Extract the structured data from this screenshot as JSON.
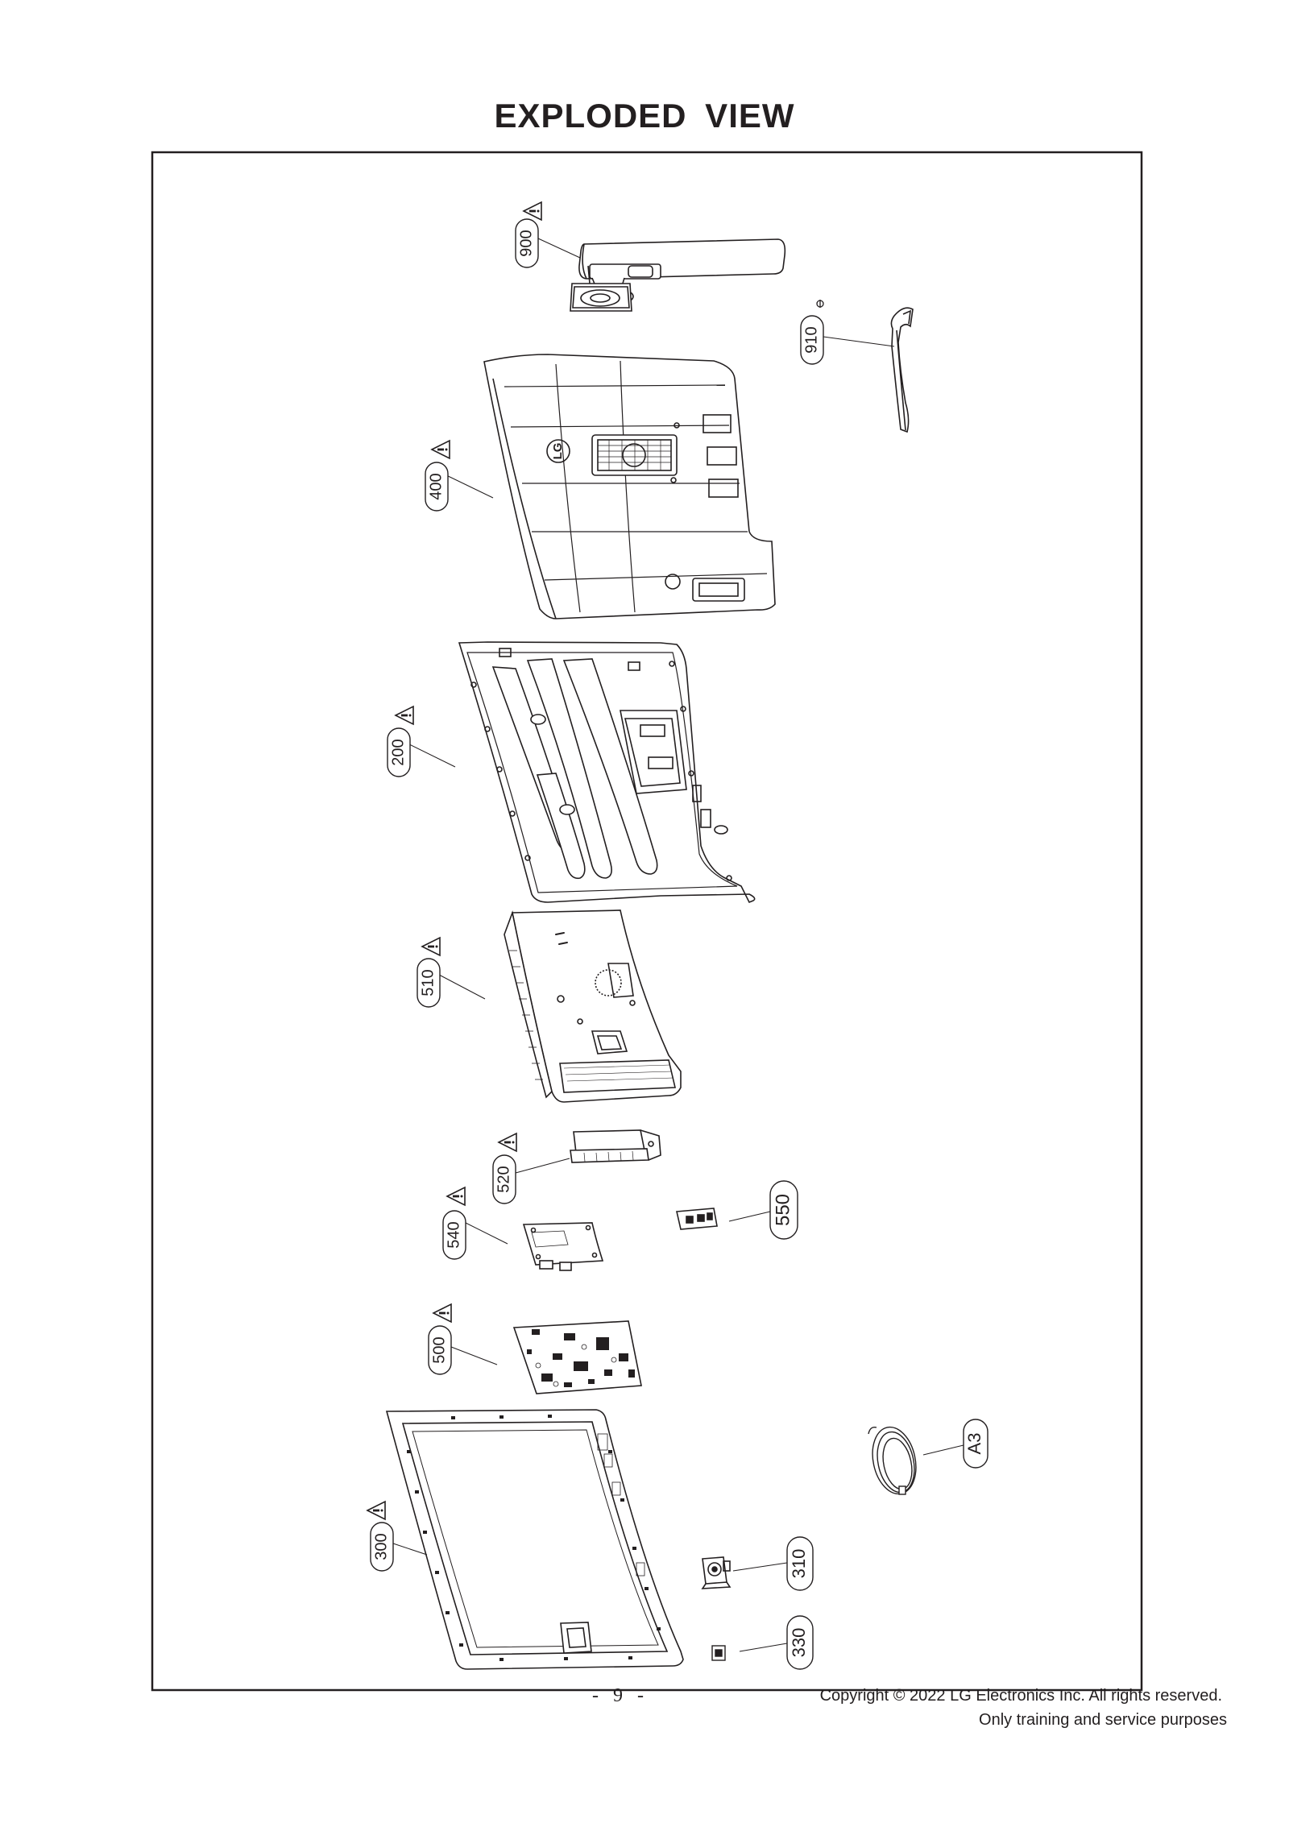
{
  "page": {
    "title": "EXPLODED VIEW",
    "page_number": "- 9 -",
    "copyright": "Copyright ©  2022  LG Electronics Inc. All rights reserved.",
    "purpose": "Only training and service purposes"
  },
  "labels": {
    "p900": "900",
    "p910": "910",
    "p400": "400",
    "p200": "200",
    "p510": "510",
    "p520": "520",
    "p540": "540",
    "p550": "550",
    "p500": "500",
    "pA3": "A3",
    "p300": "300",
    "p310": "310",
    "p330": "330",
    "brand_logo": "LG"
  }
}
